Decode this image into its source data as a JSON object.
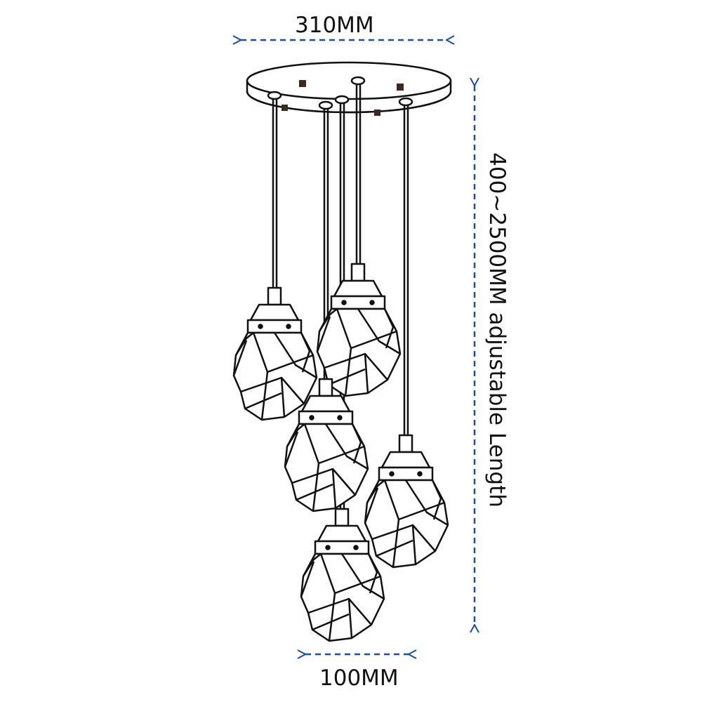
{
  "dimensions": {
    "canopy_width": "310MM",
    "shade_width": "100MM",
    "length": "400~2500MM adjustable Length"
  },
  "colors": {
    "arrow": "#1a4fa0",
    "line": "#111111"
  }
}
